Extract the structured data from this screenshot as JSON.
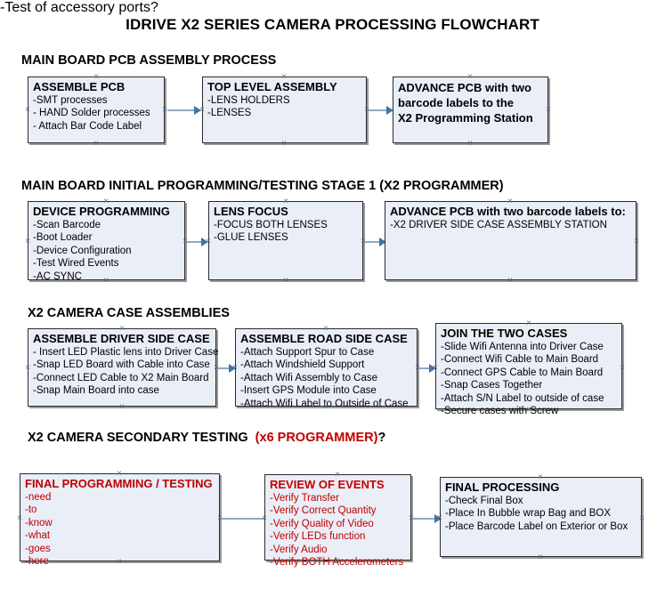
{
  "title": "IDRIVE X2  SERIES CAMERA PROCESSING FLOWCHART",
  "colors": {
    "box_fill": "#e9eef7",
    "box_border": "#2b2b2b",
    "connector": "#8fa9c4",
    "arrow": "#4472a8",
    "red_accent": "#c00000",
    "text": "#000000"
  },
  "sections": [
    {
      "id": "pcb-assembly",
      "heading": "MAIN BOARD PCB ASSEMBLY PROCESS",
      "heading_red": "",
      "heading_suffix": "",
      "boxes": [
        {
          "id": "assemble-pcb",
          "title": "ASSEMBLE PCB",
          "lines": [
            "-SMT processes",
            "- HAND Solder processes",
            "- Attach Bar Code Label"
          ]
        },
        {
          "id": "top-level-assembly",
          "title": "TOP LEVEL ASSEMBLY",
          "lines": [
            "-LENS HOLDERS",
            "-LENSES"
          ]
        },
        {
          "id": "advance-pcb-x2-programming",
          "title": "ADVANCE PCB with two",
          "lines": [
            "barcode labels to the",
            " X2 Programming Station"
          ]
        }
      ]
    },
    {
      "id": "initial-programming",
      "heading": "MAIN BOARD INITIAL PROGRAMMING/TESTING STAGE 1 (X2 PROGRAMMER)",
      "heading_red": "",
      "heading_suffix": "",
      "boxes": [
        {
          "id": "device-programming",
          "title": "DEVICE PROGRAMMING",
          "lines": [
            "-Scan Barcode",
            "-Boot Loader",
            "-Device Configuration",
            "-Test Wired Events",
            "-AC SYNC"
          ]
        },
        {
          "id": "lens-focus",
          "title": "LENS FOCUS",
          "lines": [
            "-FOCUS BOTH LENSES",
            "-GLUE LENSES"
          ]
        },
        {
          "id": "advance-pcb-driver-side",
          "title": "ADVANCE PCB with two barcode labels to:",
          "lines": [
            "-X2 DRIVER  SIDE  CASE  ASSEMBLY STATION"
          ]
        }
      ]
    },
    {
      "id": "case-assemblies",
      "heading": "X2 CAMERA CASE ASSEMBLIES",
      "heading_red": "",
      "heading_suffix": "",
      "boxes": [
        {
          "id": "assemble-driver-side-case",
          "title": "ASSEMBLE DRIVER SIDE CASE",
          "lines": [
            "- Insert LED Plastic lens into Driver Case",
            "-Snap LED Board with Cable into Case",
            "-Connect LED Cable to X2 Main Board",
            "-Snap Main Board into case"
          ]
        },
        {
          "id": "assemble-road-side-case",
          "title": "ASSEMBLE ROAD SIDE CASE",
          "lines": [
            "-Attach Support Spur to Case",
            "-Attach Windshield Support",
            "-Attach Wifi Assembly to Case",
            "-Insert GPS Module into Case",
            "-Attach Wifi Label to Outside of Case"
          ]
        },
        {
          "id": "join-the-two-cases",
          "title": "JOIN THE TWO CASES",
          "lines": [
            "-Slide Wifi Antenna into Driver Case",
            "-Connect Wifi Cable to Main Board",
            "-Connect GPS Cable to Main Board",
            "-Snap Cases Together",
            "-Attach S/N Label to outside of case",
            "-Secure cases with Screw"
          ]
        }
      ]
    },
    {
      "id": "secondary-testing",
      "heading": "X2 CAMERA SECONDARY TESTING",
      "heading_red": "(x6 PROGRAMMER)",
      "heading_suffix": "?",
      "boxes": [
        {
          "id": "final-programming-testing",
          "title": "FINAL PROGRAMMING / TESTING",
          "lines": [
            "-need",
            "-to",
            "-know",
            "-what",
            "-goes",
            "-here"
          ]
        },
        {
          "id": "review-of-events",
          "title": "REVIEW OF EVENTS",
          "lines": [
            "-Verify Transfer",
            "-Verify Correct Quantity",
            "-Verify Quality of Video",
            "-Verify LEDs function",
            "-Verify Audio",
            "-Verify BOTH Accelerometers"
          ],
          "overflow_line": "-Test of accessory ports?"
        },
        {
          "id": "final-processing",
          "title": "FINAL PROCESSING",
          "lines": [
            " -Check Final Box",
            "-Place In Bubble wrap Bag and BOX",
            "-Place Barcode Label on Exterior or Box"
          ]
        }
      ]
    }
  ]
}
